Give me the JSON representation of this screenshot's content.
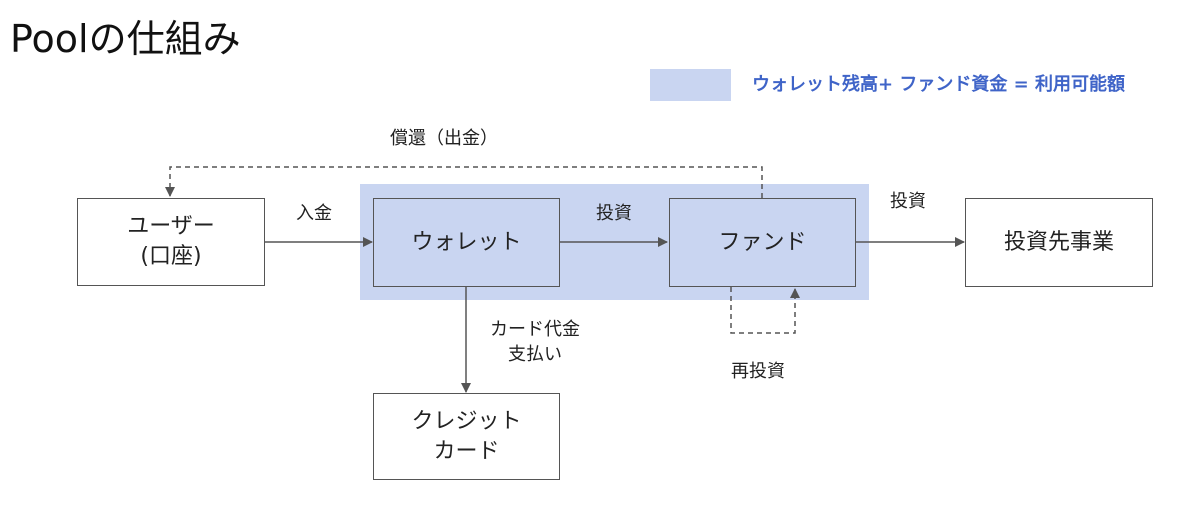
{
  "title": "Poolの仕組み",
  "legend": {
    "text": "ウォレット残高+ ファンド資金 = 利用可能額",
    "swatch_color": "#c9d5f1",
    "text_color": "#3f64c8"
  },
  "nodes": {
    "user": {
      "line1": "ユーザー",
      "line2": "(口座)"
    },
    "wallet": "ウォレット",
    "fund": "ファンド",
    "investee": "投資先事業",
    "card": {
      "line1": "クレジット",
      "line2": "カード"
    }
  },
  "edges": {
    "deposit": "入金",
    "invest_wallet_fund": "投資",
    "invest_fund_investee": "投資",
    "repayment": "償還（出金）",
    "card_payment": {
      "line1": "カード代金",
      "line2": "支払い"
    },
    "reinvest": "再投資"
  },
  "colors": {
    "box_fill": "#ffffff",
    "inner_box_fill": "#c9d5f1",
    "line": "#555555"
  }
}
